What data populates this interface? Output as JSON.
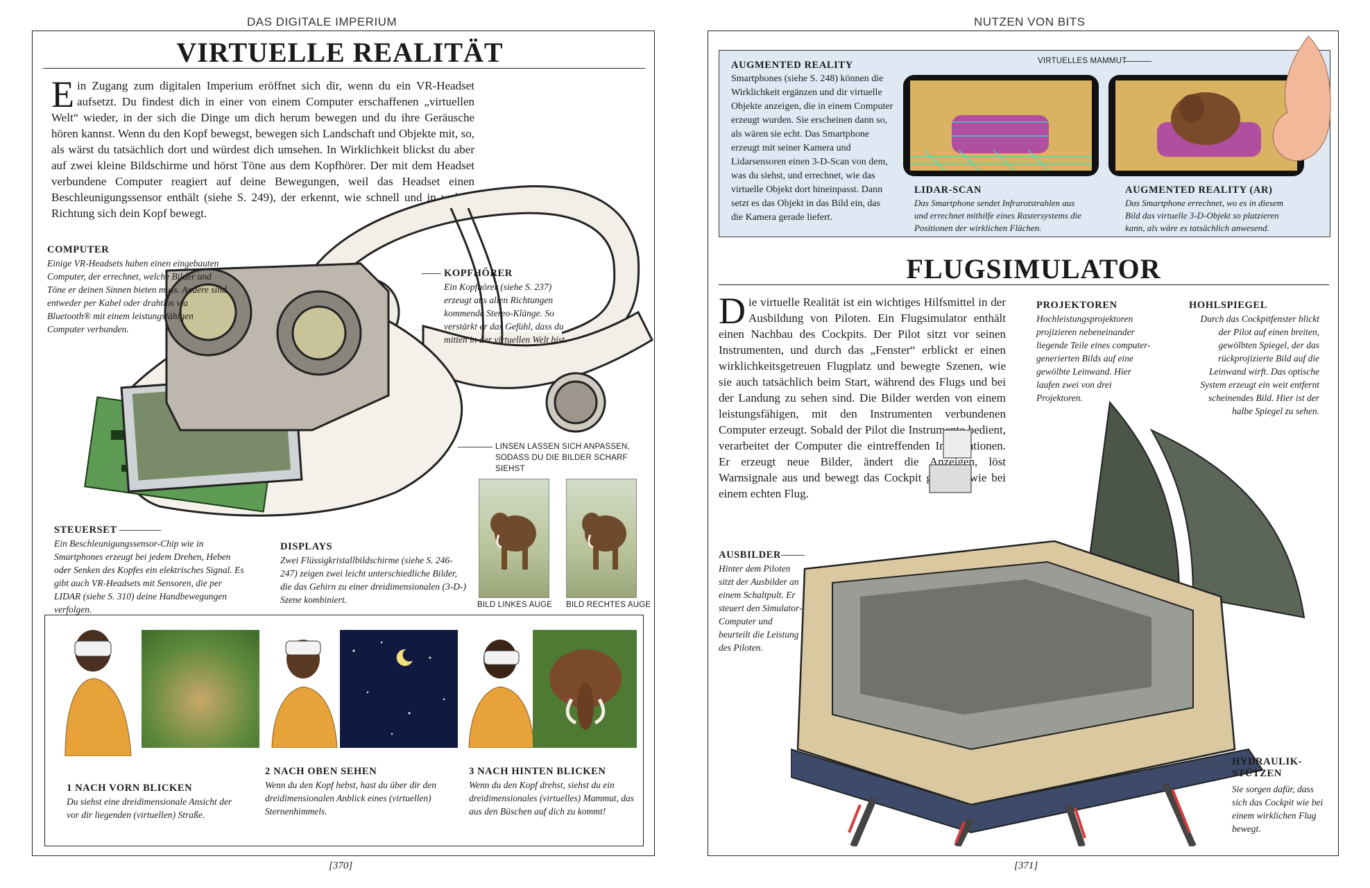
{
  "left": {
    "running_head": "DAS DIGITALE IMPERIUM",
    "title": "VIRTUELLE REALITÄT",
    "intro": "Ein Zugang zum digitalen Imperium eröffnet sich dir, wenn du ein VR-Headset aufsetzt. Du findest dich in einer von einem Computer erschaffenen „virtuellen Welt“ wieder, in der sich die Dinge um dich herum bewegen und du ihre Geräusche hören kannst. Wenn du den Kopf bewegst, bewegen sich Landschaft und Objekte mit, so, als wärst du tatsächlich dort und würdest dich umsehen. In Wirklichkeit blickst du aber auf zwei kleine Bildschirme und hörst Töne aus dem Kopfhörer. Der mit dem Headset verbundene Computer reagiert auf deine Bewegungen, weil das Headset einen Beschleunigungssensor enthält (siehe S. 249), der erkennt, wie schnell und in welche Richtung sich dein Kopf bewegt.",
    "computer": {
      "label": "COMPUTER",
      "text": "Einige VR-Headsets haben einen eingebauten Computer, der errechnet, welche Bilder und Töne er deinen Sinnen bieten muss. Andere sind entweder per Kabel oder drahtlos via Bluetooth® mit einem leistungsfähigen Computer verbunden."
    },
    "kopfhoerer": {
      "label": "KOPFHÖRER",
      "text": "Ein Kopfhörer (siehe S. 237) erzeugt aus allen Richtungen kommende Stereo-Klänge. So verstärkt er das Gefühl, dass du mitten in der virtuellen Welt bist."
    },
    "linsen": "LINSEN LASSEN SICH ANPASSEN, SODASS DU DIE BILDER SCHARF SIEHST",
    "steuerset": {
      "label": "STEUERSET",
      "text": "Ein Beschleunigungssensor-Chip wie in Smartphones erzeugt bei jedem Drehen, Heben oder Senken des Kopfes ein elektrisches Signal. Es gibt auch VR-Headsets mit Sensoren, die per LIDAR (siehe S. 310) deine Handbewegungen verfolgen."
    },
    "displays": {
      "label": "DISPLAYS",
      "text": "Zwei Flüssigkristallbildschirme (siehe S. 246-247) zeigen zwei leicht unterschiedliche Bilder, die das Gehirn zu einer dreidimensionalen (3-D-) Szene kombiniert."
    },
    "bild_links": "BILD LINKES AUGE",
    "bild_rechts": "BILD RECHTES AUGE",
    "steps": [
      {
        "label": "1 NACH VORN BLICKEN",
        "text": "Du siehst eine dreidimensionale Ansicht der vor dir liegenden (virtuellen) Straße."
      },
      {
        "label": "2 NACH OBEN SEHEN",
        "text": "Wenn du den Kopf hebst, hast du über dir den dreidimensionalen Anblick eines (virtuellen) Sternenhimmels."
      },
      {
        "label": "3 NACH HINTEN BLICKEN",
        "text": "Wenn du den Kopf drehst, siehst du ein dreidimensionales (virtuelles) Mammut, das aus den Büschen auf dich zu kommt!"
      }
    ],
    "page_number": "[370]"
  },
  "right": {
    "running_head": "NUTZEN VON BITS",
    "ar": {
      "label": "AUGMENTED REALITY",
      "text": "Smartphones (siehe S. 248) können die Wirklichkeit ergänzen und dir virtuelle Objekte anzeigen, die in einem Computer erzeugt wurden. Sie erscheinen dann so, als wären sie echt. Das Smartphone erzeugt mit seiner Kamera und Lidarsensoren einen 3-D-Scan von dem, was du siehst, und errechnet, wie das virtuelle Objekt dort hineinpasst. Dann setzt es das Objekt in das Bild ein, das die Kamera gerade liefert.",
      "virtuelles_mammut": "VIRTUELLES MAMMUT",
      "lidar": {
        "label": "LIDAR-SCAN",
        "text": "Das Smartphone sendet Infrarotstrahlen aus und errechnet mithilfe eines Rastersystems die Positionen der wirklichen Flächen."
      },
      "ar2": {
        "label": "AUGMENTED REALITY (AR)",
        "text": "Das Smartphone errechnet, wo es in diesem Bild das virtuelle 3-D-Objekt so platzieren kann, als wäre es tatsächlich anwesend."
      }
    },
    "title": "FLUGSIMULATOR",
    "intro": "Die virtuelle Realität ist ein wichtiges Hilfsmittel in der Ausbildung von Piloten. Ein Flugsimulator enthält einen Nachbau des Cockpits. Der Pilot sitzt vor seinen Instrumenten, und durch das „Fenster“ erblickt er einen wirklichkeitsgetreuen Flugplatz und bewegte Szenen, wie sie auch tatsächlich beim Start, während des Flugs und bei der Landung zu sehen sind. Die Bilder werden von einem leistungsfähigen, mit den Instrumenten verbundenen Computer erzeugt. Sobald der Pilot die Instrumente bedient, verarbeitet der Computer die eintreffenden Informationen. Er erzeugt neue Bilder, ändert die Anzeigen, löst Warnsignale aus und bewegt das Cockpit genauso wie bei einem echten Flug.",
    "projektoren": {
      "label": "PROJEKTOREN",
      "text": "Hochleistungsprojektoren projizieren nebeneinander liegende Teile eines computer-generierten Bilds auf eine gewölbte Leinwand. Hier laufen zwei von drei Projektoren."
    },
    "hohlspiegel": {
      "label": "HOHLSPIEGEL",
      "text": "Durch das Cockpitfenster blickt der Pilot auf einen breiten, gewölbten Spiegel, der das rückprojizierte Bild auf die Leinwand wirft. Das optische System erzeugt ein weit entfernt scheinendes Bild. Hier ist der halbe Spiegel zu sehen."
    },
    "ausbilder": {
      "label": "AUSBILDER",
      "text": "Hinter dem Piloten sitzt der Ausbilder an einem Schaltpult. Er steuert den Simulator-Computer und beurteilt die Leistung des Piloten."
    },
    "hydraulik": {
      "label": "HYDRAULIK-STÜTZEN",
      "text": "Sie sorgen dafür, dass sich das Cockpit wie bei einem wirklichen Flug bewegt."
    },
    "page_number": "[371]"
  }
}
